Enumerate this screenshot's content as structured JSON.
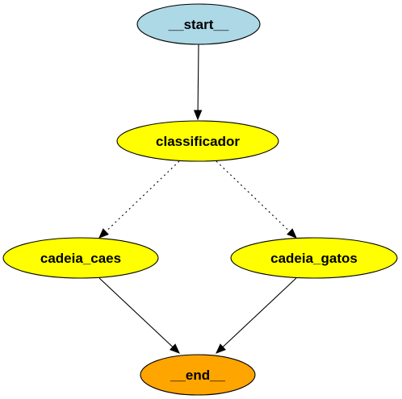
{
  "graph": {
    "nodes": [
      {
        "id": "start",
        "label": "__start__",
        "color": "#add8e6"
      },
      {
        "id": "classificador",
        "label": "classificador",
        "color": "#ffff00"
      },
      {
        "id": "cadeia_caes",
        "label": "cadeia_caes",
        "color": "#ffff00"
      },
      {
        "id": "cadeia_gatos",
        "label": "cadeia_gatos",
        "color": "#ffff00"
      },
      {
        "id": "end",
        "label": "__end__",
        "color": "#ffa500"
      }
    ],
    "edges": [
      {
        "from": "start",
        "to": "classificador",
        "style": "solid"
      },
      {
        "from": "classificador",
        "to": "cadeia_caes",
        "style": "dotted"
      },
      {
        "from": "classificador",
        "to": "cadeia_gatos",
        "style": "dotted"
      },
      {
        "from": "cadeia_caes",
        "to": "end",
        "style": "solid"
      },
      {
        "from": "cadeia_gatos",
        "to": "end",
        "style": "solid"
      }
    ]
  }
}
